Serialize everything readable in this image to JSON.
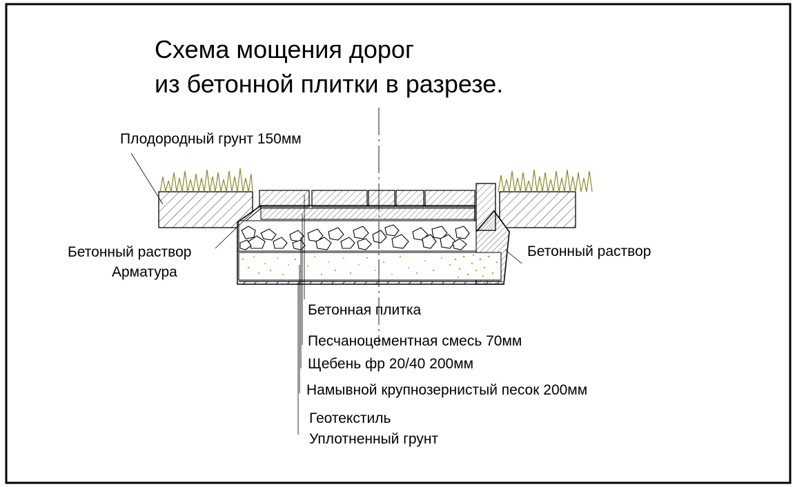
{
  "title": {
    "line1": "Схема мощения дорог",
    "line2": "из бетонной плитки в разрезе."
  },
  "labels": {
    "fertile_soil": "Плодородный грунт 150мм",
    "concrete_mortar_left": "Бетонный раствор",
    "rebar": "Арматура",
    "concrete_mortar_right": "Бетонный раствор",
    "concrete_tile": "Бетонная плитка",
    "sand_cement_mix": "Песчаноцементная смесь 70мм",
    "crushed_stone": "Щебень фр 20/40  200мм",
    "washed_sand": "Намывной крупнозернистый песок 200мм",
    "geotextile": "Геотекстиль",
    "compacted_soil": "Уплотненный грунт"
  },
  "colors": {
    "ink": "#000000",
    "grass": "#8a8a2a",
    "sand_dots": "#c9a640",
    "background": "#ffffff"
  }
}
